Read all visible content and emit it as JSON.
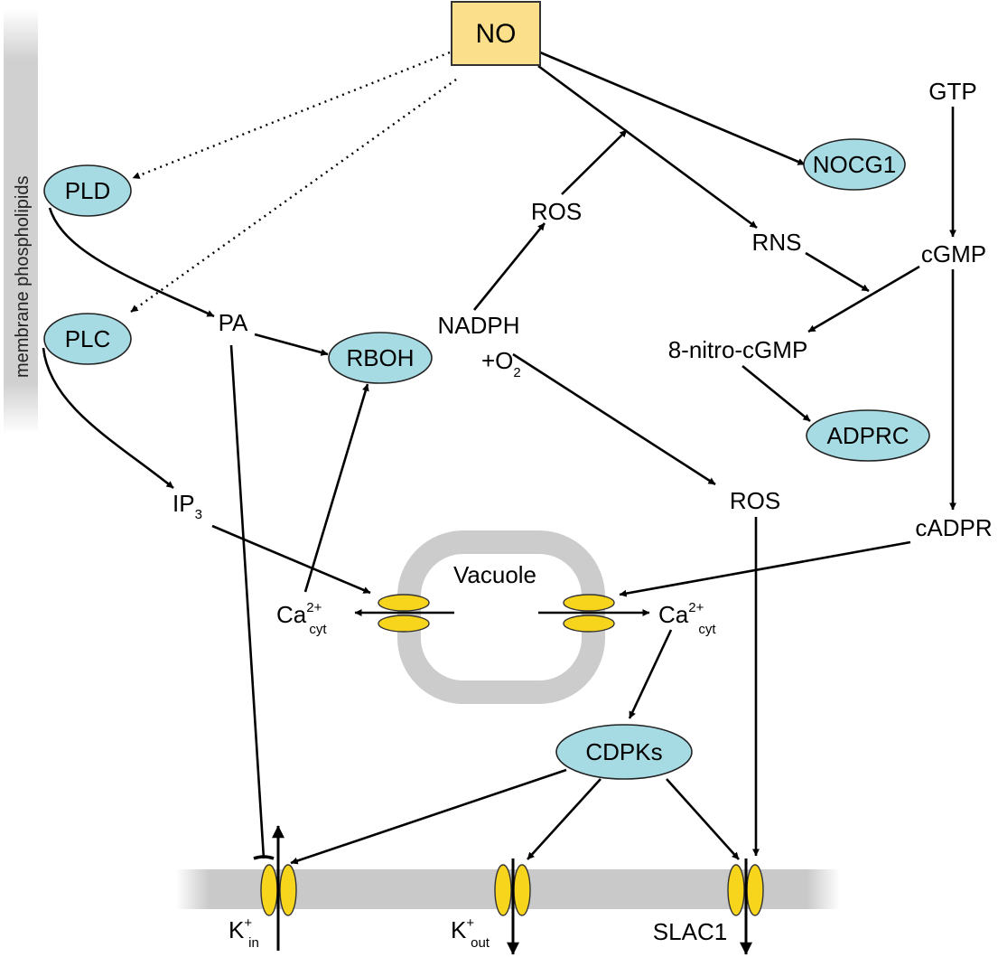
{
  "nodes": {
    "no": "NO",
    "pld": "PLD",
    "plc": "PLC",
    "rboh": "RBOH",
    "nocg1": "NOCG1",
    "adprc": "ADPRC",
    "cdpks": "CDPKs",
    "gtp": "GTP",
    "cgmp": "cGMP",
    "nitro_cgmp": "8-nitro-cGMP",
    "cadpr": "cADPR",
    "ros_top": "ROS",
    "ros_mid": "ROS",
    "rns": "RNS",
    "pa": "PA",
    "nadph": "NADPH",
    "o2_prefix": "+O",
    "o2_sub": "2",
    "ip3": "IP",
    "ip3_sub": "3",
    "vacuole": "Vacuole",
    "slac1": "SLAC1"
  },
  "ca_left": {
    "base": "Ca",
    "sup": "2+",
    "sub": "cyt"
  },
  "ca_right": {
    "base": "Ca",
    "sup": "2+",
    "sub": "cyt"
  },
  "k_in": {
    "base": "K",
    "sup": "+",
    "sub": "in"
  },
  "k_out": {
    "base": "K",
    "sup": "+",
    "sub": "out"
  },
  "membrane_label": "membrane phospholipids",
  "colors": {
    "enzyme": "#a7dbe4",
    "no_box": "#fbdf8a",
    "channel": "#f7d51d",
    "membrane": "#c9c9c9"
  }
}
